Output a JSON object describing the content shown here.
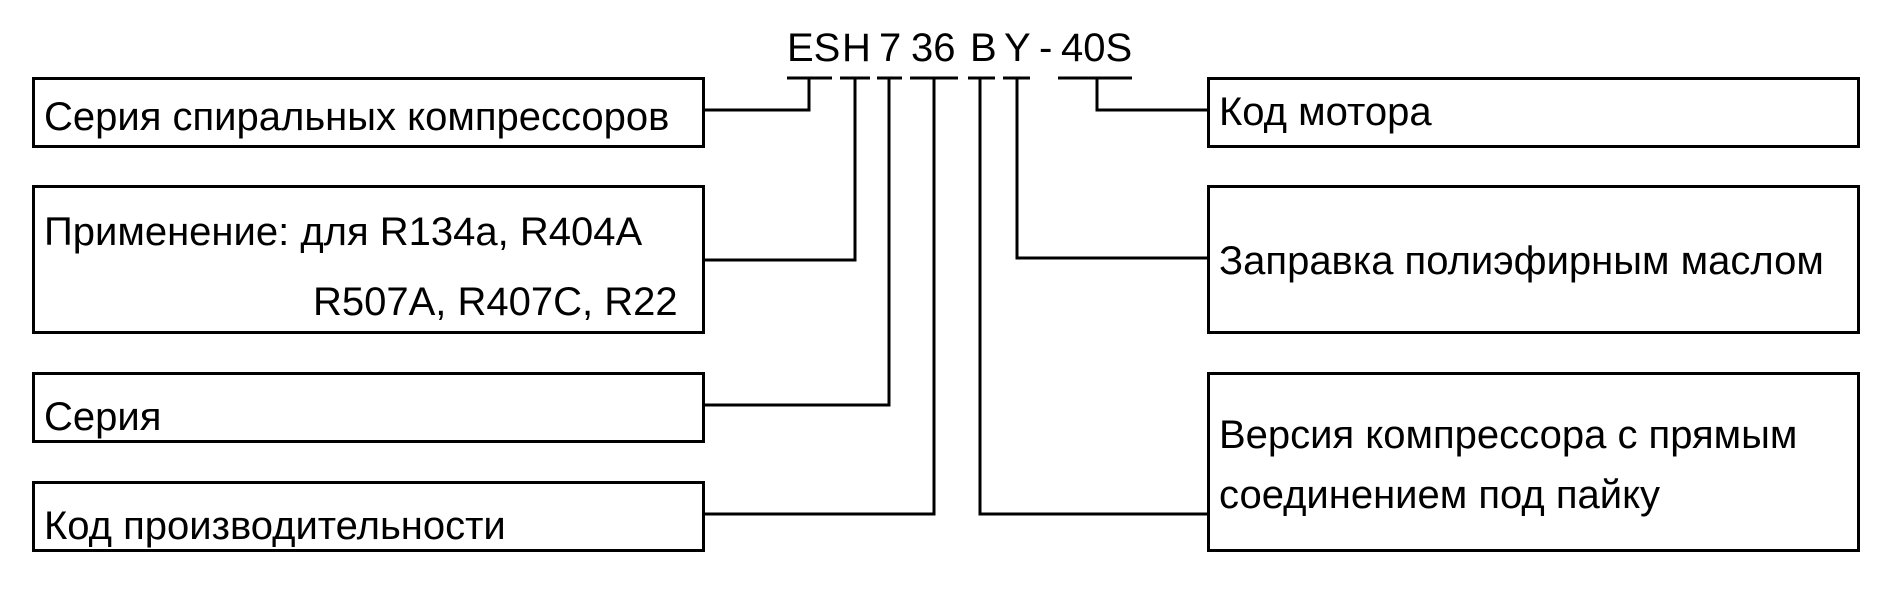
{
  "model_code": {
    "es": "ES",
    "h": "H",
    "n7": "7",
    "n36": "36",
    "b": "B",
    "y": "Y",
    "dash": "-",
    "s40": "40S"
  },
  "left_boxes": {
    "scroll_series": "Серия спиральных компрессоров",
    "application_line1": "Применение: для R134a, R404A",
    "application_line2": "R507A, R407C, R22",
    "series": "Серия",
    "capacity_code": "Код производительности"
  },
  "right_boxes": {
    "motor_code": "Код мотора",
    "oil_charge": "Заправка полиэфирным маслом",
    "version_line1": "Версия компрессора с прямым",
    "version_line2": "соединением под пайку"
  }
}
